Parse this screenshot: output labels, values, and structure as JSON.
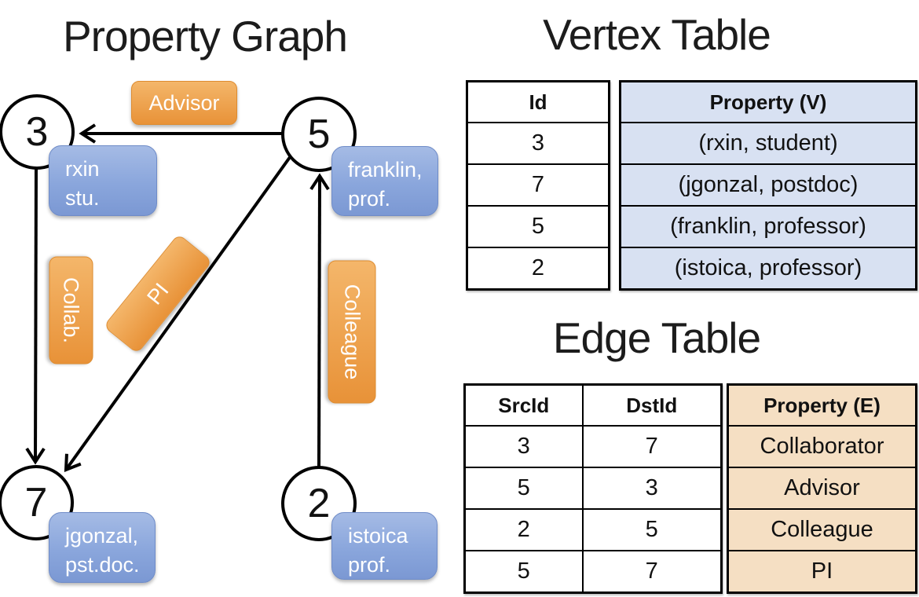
{
  "graph": {
    "title": "Property Graph",
    "nodes": [
      {
        "id": "3",
        "property_lines": [
          "rxin",
          "stu."
        ]
      },
      {
        "id": "5",
        "property_lines": [
          "franklin,",
          "prof."
        ]
      },
      {
        "id": "7",
        "property_lines": [
          "jgonzal,",
          "pst.doc."
        ]
      },
      {
        "id": "2",
        "property_lines": [
          "istoica",
          "prof."
        ]
      }
    ],
    "edges": [
      {
        "src": "5",
        "dst": "3",
        "label": "Advisor"
      },
      {
        "src": "3",
        "dst": "7",
        "label": "Collab."
      },
      {
        "src": "5",
        "dst": "7",
        "label": "PI"
      },
      {
        "src": "2",
        "dst": "5",
        "label": "Colleague"
      }
    ]
  },
  "vertex_table": {
    "title": "Vertex Table",
    "columns": [
      "Id",
      "Property (V)"
    ],
    "rows": [
      [
        "3",
        "(rxin, student)"
      ],
      [
        "7",
        "(jgonzal, postdoc)"
      ],
      [
        "5",
        "(franklin, professor)"
      ],
      [
        "2",
        "(istoica, professor)"
      ]
    ]
  },
  "edge_table": {
    "title": "Edge Table",
    "columns": [
      "SrcId",
      "DstId",
      "Property (E)"
    ],
    "rows": [
      [
        "3",
        "7",
        "Collaborator"
      ],
      [
        "5",
        "3",
        "Advisor"
      ],
      [
        "2",
        "5",
        "Colleague"
      ],
      [
        "5",
        "7",
        "PI"
      ]
    ]
  },
  "colors": {
    "edge_label_orange_top": "#F4B66A",
    "edge_label_orange_bottom": "#E89238",
    "vertex_box_blue_top": "#A5BBE5",
    "vertex_box_blue_bottom": "#7B98D3",
    "vertex_table_cell_fill": "#D8E1F2",
    "edge_table_cell_fill": "#F5DFC3",
    "line_color": "#000000"
  }
}
